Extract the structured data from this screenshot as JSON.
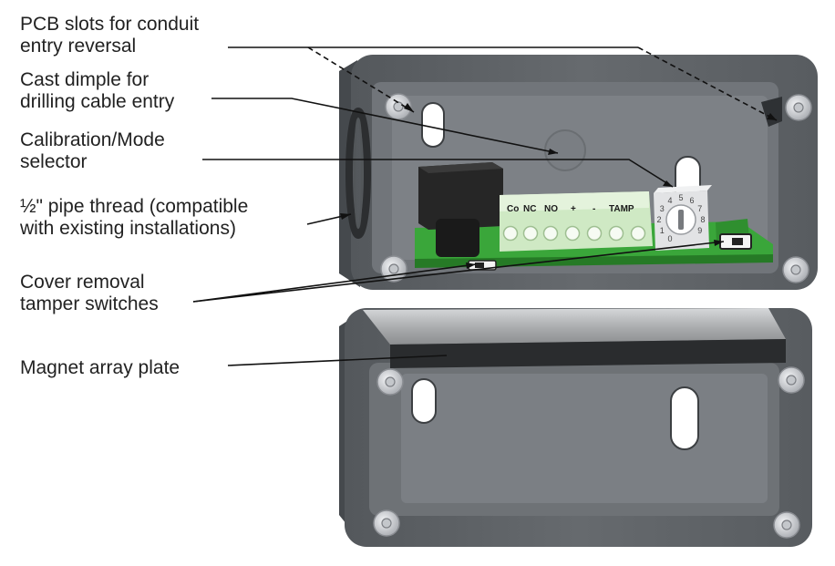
{
  "labels": {
    "pcb_slots": [
      "PCB slots for conduit",
      "entry reversal"
    ],
    "cast_dimple": [
      "Cast dimple for",
      "drilling cable entry"
    ],
    "calibration": [
      "Calibration/Mode",
      "selector"
    ],
    "pipe_thread": [
      "½\" pipe thread (compatible",
      "with existing installations)"
    ],
    "tamper": [
      "Cover removal",
      "tamper switches"
    ],
    "magnet": "Magnet array plate"
  },
  "terminal_labels": [
    "Co",
    "NC",
    "NO",
    "+",
    "-",
    "TAMP"
  ],
  "dial_digits": [
    "0",
    "1",
    "2",
    "3",
    "4",
    "5",
    "6",
    "7",
    "8",
    "9"
  ],
  "colors": {
    "housing": "#5e6266",
    "housing_dark": "#3e4246",
    "housing_inner": "#74787c",
    "pcb": "#3aa63a",
    "terminal_block": "#cfe9c4",
    "connector": "#242424",
    "plate": "#b8babc",
    "screw": "#d6d8dc"
  }
}
